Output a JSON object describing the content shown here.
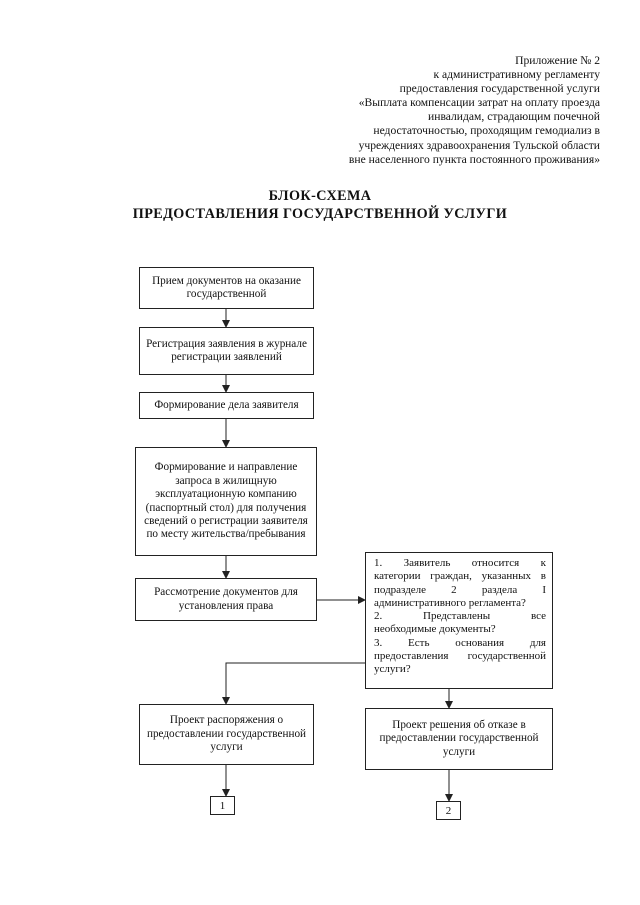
{
  "appendix": {
    "lines": [
      "Приложение № 2",
      "к административному регламенту",
      "предоставления государственной услуги",
      "«Выплата компенсации затрат на оплату проезда",
      "инвалидам, страдающим почечной",
      "недостаточностью, проходящим гемодиализ в",
      "учреждениях здравоохранения Тульской области",
      "вне населенного пункта постоянного проживания»"
    ]
  },
  "title": {
    "line1": "БЛОК-СХЕМА",
    "line2": "ПРЕДОСТАВЛЕНИЯ ГОСУДАРСТВЕННОЙ УСЛУГИ"
  },
  "steps": {
    "receive": "Прием документов на оказание государственной",
    "register": "Регистрация заявления в журнале регистрации заявлений",
    "form_case": "Формирование дела заявителя",
    "request": "Формирование и направление запроса в жилищную эксплуатационную компанию (паспортный стол) для получения сведений о регистрации заявителя по месту жительства/пребывания",
    "review": "Рассмотрение документов для установления права"
  },
  "questions": {
    "q1_line1": "1.   Заявитель   относится   к",
    "q1_line2": "категории граждан, указанных в",
    "q1_line3": "подразделе    2    раздела    I",
    "q1_line4": "административного регламента?",
    "q2_line1": "2.   Представлены   все",
    "q2_line2": "необходимые документы?",
    "q3_line1": "3.   Есть   основания   для",
    "q3_line2": "предоставления государственной",
    "q3_line3": "услуги?"
  },
  "outcomes": {
    "grant": "Проект распоряжения о предоставлении государственной услуги",
    "refuse": "Проект решения об отказе в предоставлении государственной услуги"
  },
  "terminals": {
    "one": "1",
    "two": "2"
  }
}
